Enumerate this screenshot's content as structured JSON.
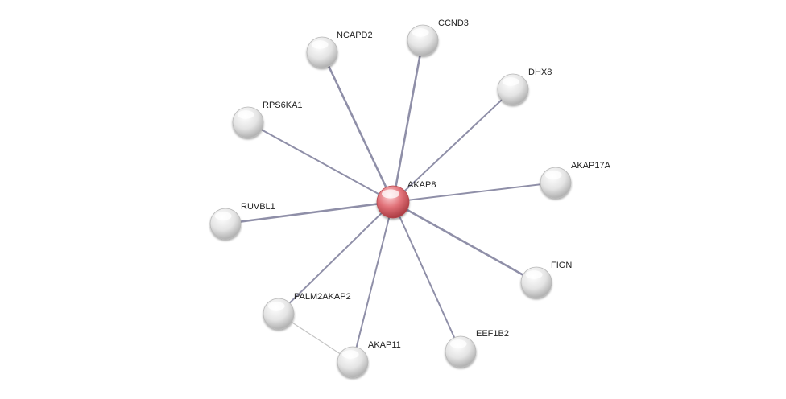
{
  "network": {
    "colors": {
      "center_node": "#d9545c",
      "node": "#e6e6e6",
      "edge_strong": "#8f8fa8",
      "edge_weak": "#c4c4c4",
      "label": "#222222"
    },
    "nodes": [
      {
        "id": "AKAP8",
        "label": "AKAP8",
        "role": "center"
      },
      {
        "id": "NCAPD2",
        "label": "NCAPD2",
        "role": "neighbor"
      },
      {
        "id": "CCND3",
        "label": "CCND3",
        "role": "neighbor"
      },
      {
        "id": "DHX8",
        "label": "DHX8",
        "role": "neighbor"
      },
      {
        "id": "RPS6KA1",
        "label": "RPS6KA1",
        "role": "neighbor"
      },
      {
        "id": "AKAP17A",
        "label": "AKAP17A",
        "role": "neighbor"
      },
      {
        "id": "RUVBL1",
        "label": "RUVBL1",
        "role": "neighbor"
      },
      {
        "id": "FIGN",
        "label": "FIGN",
        "role": "neighbor"
      },
      {
        "id": "PALM2AKAP2",
        "label": "PALM2AKAP2",
        "role": "neighbor"
      },
      {
        "id": "EEF1B2",
        "label": "EEF1B2",
        "role": "neighbor"
      },
      {
        "id": "AKAP11",
        "label": "AKAP11",
        "role": "neighbor"
      }
    ],
    "edges": [
      {
        "from": "AKAP8",
        "to": "NCAPD2",
        "strength": "strong"
      },
      {
        "from": "AKAP8",
        "to": "CCND3",
        "strength": "strong"
      },
      {
        "from": "AKAP8",
        "to": "DHX8",
        "strength": "medium"
      },
      {
        "from": "AKAP8",
        "to": "RPS6KA1",
        "strength": "medium"
      },
      {
        "from": "AKAP8",
        "to": "AKAP17A",
        "strength": "medium"
      },
      {
        "from": "AKAP8",
        "to": "RUVBL1",
        "strength": "strong"
      },
      {
        "from": "AKAP8",
        "to": "FIGN",
        "strength": "strong"
      },
      {
        "from": "AKAP8",
        "to": "PALM2AKAP2",
        "strength": "medium"
      },
      {
        "from": "AKAP8",
        "to": "EEF1B2",
        "strength": "medium"
      },
      {
        "from": "AKAP8",
        "to": "AKAP11",
        "strength": "medium"
      },
      {
        "from": "PALM2AKAP2",
        "to": "AKAP11",
        "strength": "weak"
      }
    ]
  }
}
